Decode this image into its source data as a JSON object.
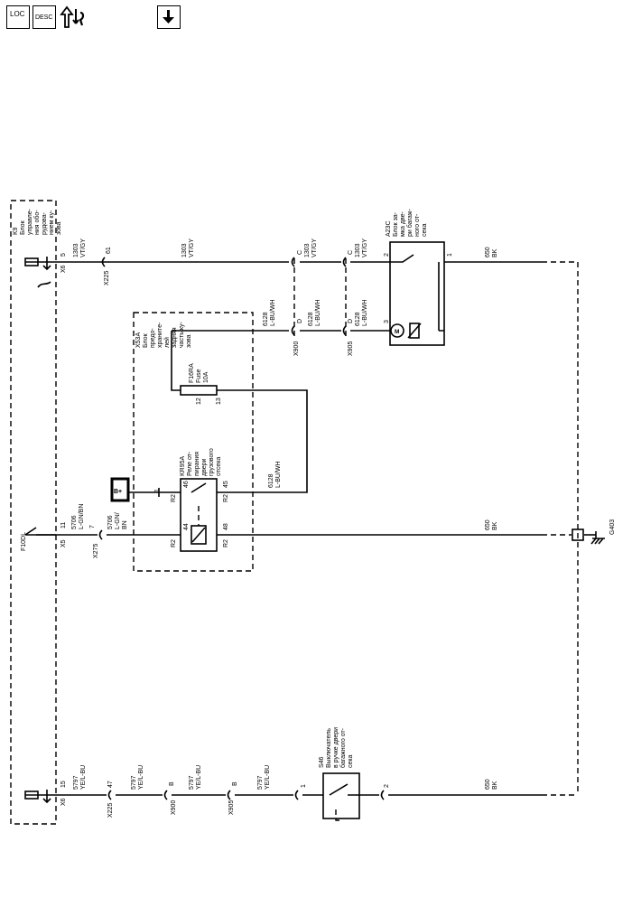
{
  "toolbar": {
    "loc_text": "LOC",
    "desc_text": "DESC",
    "connector_icon": "power-signal-icon",
    "download_icon": "down-arrow-icon"
  },
  "modules": {
    "k9": [
      "K9",
      "Блок",
      "управле-",
      "ния обо-",
      "рудова-",
      "нием ку-",
      "зова"
    ],
    "x53a": [
      "X53A",
      "Блок",
      "предо-",
      "хранитe-",
      "лей",
      "задняя",
      "часть ку-",
      "зова"
    ],
    "a23c": [
      "A23C",
      "Блок за-",
      "мка две-",
      "ри багаж-",
      "ного от-",
      "сека"
    ],
    "s46": [
      "S46",
      "Выключатель",
      "в ручке двери",
      "багажного от-",
      "сека"
    ],
    "kr95a": [
      "KR95A",
      "Реле от-",
      "пирания",
      "двери",
      "грузового",
      "отсека"
    ],
    "f16ra": [
      "F16RA",
      "Fuse",
      "10A"
    ],
    "f10dl": "F10DL",
    "bplus": "B+",
    "g403": "G403"
  },
  "connectors": {
    "x6": "X6",
    "x5": "X5",
    "x225": "X225",
    "x275": "X275",
    "x900": "X900",
    "x905": "X905"
  },
  "wires": {
    "w1303": [
      "1303",
      "VT/GY"
    ],
    "w6128": [
      "6128",
      "L-BU/WH"
    ],
    "w5706": [
      "5706",
      "L-GN/BN"
    ],
    "w5706b": [
      "5706",
      "L-GN/",
      "BN"
    ],
    "w650": [
      "650",
      "BK"
    ],
    "w5797": [
      "5797",
      "YE/L-BU"
    ]
  },
  "pins": {
    "p5": "5",
    "p61": "61",
    "pC": "C",
    "p2": "2",
    "p1": "1",
    "p3": "3",
    "pD": "D",
    "p11": "11",
    "p7": "7",
    "p15": "15",
    "p47": "47",
    "pB": "B",
    "p12": "12",
    "p13": "13",
    "p46": "46",
    "p45": "45",
    "p44": "44",
    "p48": "48",
    "pR2": "R2"
  }
}
